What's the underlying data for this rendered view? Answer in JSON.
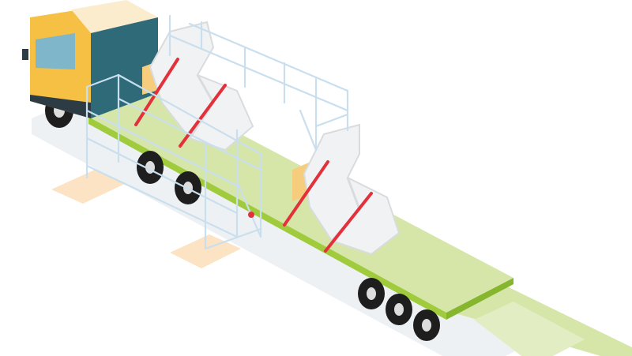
{
  "illustration": {
    "subject": [
      "truck-cab",
      "extendable-trailer",
      "turbine-blade-segments",
      "scaffolding",
      "loading-ramps"
    ],
    "colors": {
      "cab_yellow": "#f5c043",
      "cab_roof": "#fbeccd",
      "cab_side": "#2f6a79",
      "bed_top": "#d6e6a9",
      "bed_edge": "#9fcb3c",
      "shadow": "#eef1f4",
      "ground_pad": "#fbe3c3",
      "scaffold": "#c9dfee",
      "cargo": "#f1f2f4",
      "cargo_shade": "#d9dcdf",
      "strap": "#e3313c",
      "wheel": "#1e1e1e",
      "crate": "#f6cd7c"
    }
  }
}
